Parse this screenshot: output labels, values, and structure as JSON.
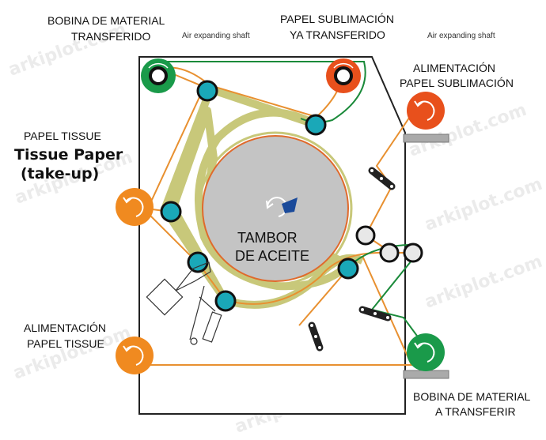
{
  "labels": {
    "bobina_transferido": [
      "BOBINA DE MATERIAL",
      "TRANSFERIDO"
    ],
    "papel_transferido": [
      "PAPEL SUBLIMACIÓN",
      "YA TRANSFERIDO"
    ],
    "air_shaft_left": "Air expanding shaft",
    "air_shaft_right": "Air expanding shaft",
    "alim_sublimacion": [
      "ALIMENTACIÓN",
      "PAPEL SUBLIMACIÓN"
    ],
    "papel_tissue": "PAPEL TISSUE",
    "tissue_paper": "Tissue Paper",
    "take_up": "(take-up)",
    "tambor": [
      "TAMBOR",
      "DE ACEITE"
    ],
    "alim_tissue": [
      "ALIMENTACIÓN",
      "PAPEL TISSUE"
    ],
    "bobina_transferir": [
      "BOBINA DE MATERIAL",
      "A TRANSFERIR"
    ],
    "watermark": "arkiplot.com"
  },
  "colors": {
    "green_roll": "#1a9a4a",
    "orange_roll": "#f08a20",
    "red_roll": "#e8501c",
    "cyan_roller": "#1aa8b8",
    "drum_fill": "#c4c4c4",
    "felt_band": "#c8c87a",
    "orange_path": "#e89030",
    "green_path": "#1a8a3a",
    "frame": "#222222"
  }
}
